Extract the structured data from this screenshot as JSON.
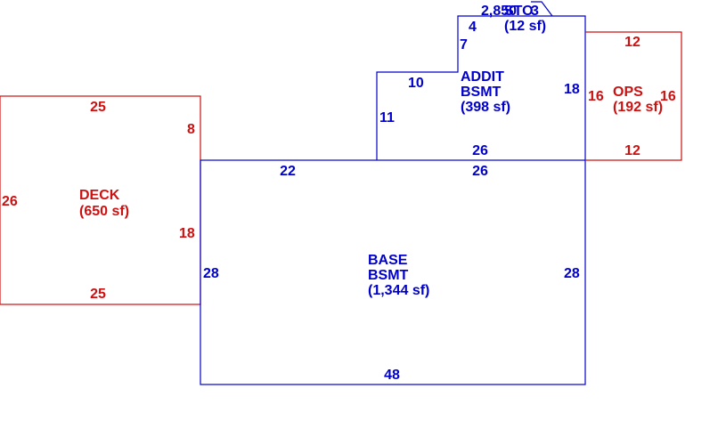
{
  "colors": {
    "blue": "#0000cc",
    "red": "#cc1111"
  },
  "areas": {
    "deck": {
      "name": "DECK",
      "area": "(650 sf)",
      "color": "red",
      "dims": {
        "top": "25",
        "bottom": "25",
        "left": "26",
        "right_upper": "8",
        "right_lower": "18"
      }
    },
    "base": {
      "line1": "BASE",
      "line2": "BSMT",
      "area": "(1,344 sf)",
      "color": "blue",
      "dims": {
        "top": "22",
        "bottom": "48",
        "left": "28",
        "right": "28"
      }
    },
    "addit": {
      "line1": "ADDIT",
      "line2": "BSMT",
      "area": "(398 sf)",
      "color": "blue",
      "dims": {
        "top": "4",
        "step_vertical": "7",
        "step_horizontal": "10",
        "left": "11",
        "right": "18",
        "bottom_inner": "26",
        "bottom_outer": "26"
      }
    },
    "ops": {
      "name": "OPS",
      "area": "(192 sf)",
      "color": "red",
      "dims": {
        "top": "12",
        "bottom": "12",
        "left": "16",
        "right": "16"
      }
    },
    "overlap": {
      "text1": "2,850",
      "text2": "STO",
      "text3": "(12 sf)",
      "text4": "3"
    }
  }
}
